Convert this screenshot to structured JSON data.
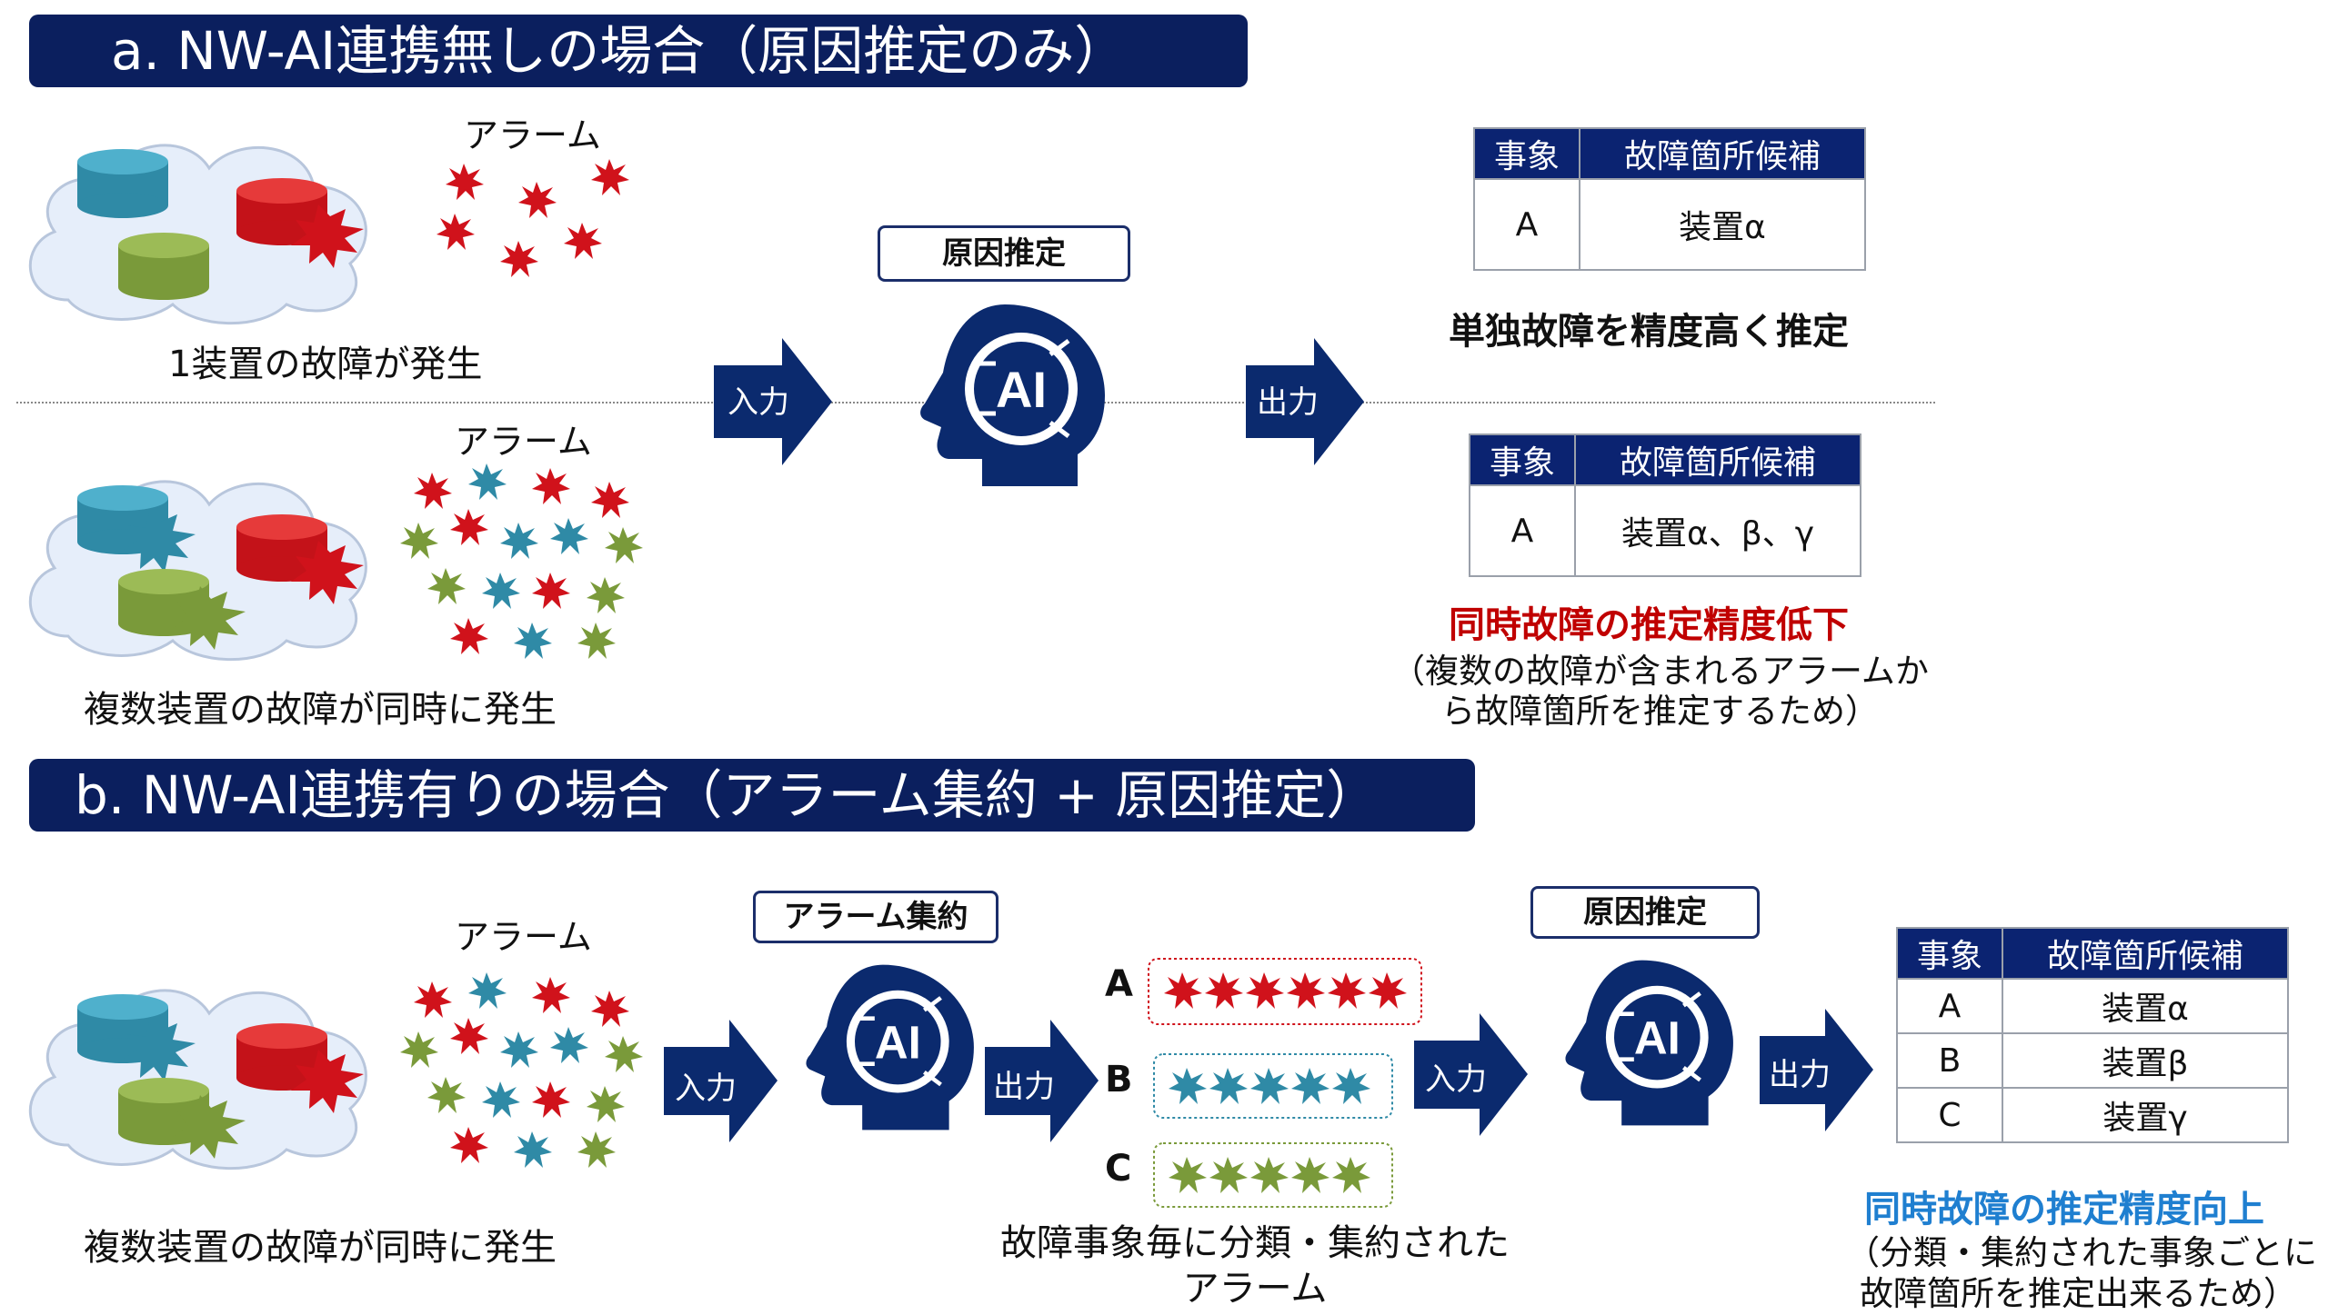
{
  "section_a": {
    "title": "a. NW-AI連携無しの場合（原因推定のみ）",
    "alarm_label_top": "アラーム",
    "single_failure": "1装置の故障が発生",
    "alarm_label_bottom": "アラーム",
    "multi_failure": "複数装置の故障が同時に発生",
    "input_label": "入力",
    "output_label": "出力",
    "ai_box_label": "原因推定",
    "ai_icon": "AI",
    "table_top": {
      "headers": [
        "事象",
        "故障箇所候補"
      ],
      "rows": [
        [
          "A",
          "装置α"
        ]
      ]
    },
    "result_top": "単独故障を精度高く推定",
    "table_bottom": {
      "headers": [
        "事象",
        "故障箇所候補"
      ],
      "rows": [
        [
          "A",
          "装置α、β、γ"
        ]
      ]
    },
    "result_bottom": "同時故障の推定精度低下",
    "note_bottom_line1": "（複数の故障が含まれるアラームか",
    "note_bottom_line2": "ら故障箇所を推定するため）"
  },
  "section_b": {
    "title": "b. NW-AI連携有りの場合（アラーム集約 + 原因推定）",
    "alarm_label": "アラーム",
    "multi_failure": "複数装置の故障が同時に発生",
    "input_label_1": "入力",
    "aggregation_box_label": "アラーム集約",
    "output_label_1": "出力",
    "row_letters": [
      "A",
      "B",
      "C"
    ],
    "input_label_2": "入力",
    "cause_box_label": "原因推定",
    "output_label_2": "出力",
    "ai_icon": "AI",
    "grouped_caption_line1": "故障事象毎に分類・集約された",
    "grouped_caption_line2": "アラーム",
    "table": {
      "headers": [
        "事象",
        "故障箇所候補"
      ],
      "rows": [
        [
          "A",
          "装置α"
        ],
        [
          "B",
          "装置β"
        ],
        [
          "C",
          "装置γ"
        ]
      ]
    },
    "result": "同時故障の推定精度向上",
    "note_line1": "（分類・集約された事象ごとに",
    "note_line2": "故障箇所を推定出来るため）"
  },
  "colors": {
    "navy": "#0b1f5e",
    "arrow": "#0b2a6e",
    "red_alarm": "#d0121b",
    "teal_alarm": "#2f8aa6",
    "green_alarm": "#7a9a3a",
    "result_red": "#c00000",
    "result_blue": "#1f7fd0"
  },
  "icons": [
    "cloud-icon",
    "database-icon",
    "starburst-icon",
    "ai-head-icon",
    "right-arrow-icon"
  ]
}
